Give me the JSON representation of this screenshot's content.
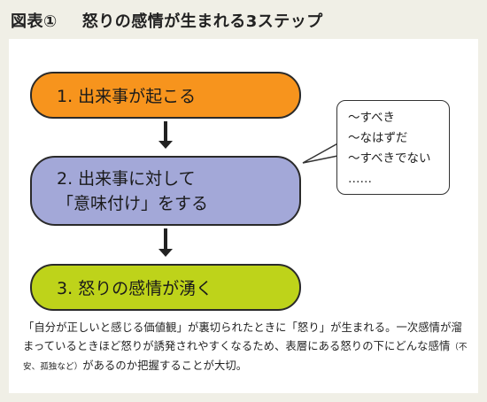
{
  "title": {
    "figure_label": "図表①",
    "text": "怒りの感情が生まれる3ステップ"
  },
  "steps": [
    {
      "label": "1. 出来事が起こる",
      "color": "#f7941d"
    },
    {
      "label_line1": "2. 出来事に対して",
      "label_line2": "「意味付け」をする",
      "color": "#a3a8d8"
    },
    {
      "label": "3. 怒りの感情が湧く",
      "color": "#bed31a"
    }
  ],
  "bubble": {
    "lines": [
      "〜すべき",
      "〜なはずだ",
      "〜すべきでない",
      "……"
    ]
  },
  "caption": {
    "part1": "「自分が正しいと感じる価値観」が裏切られたときに「怒り」が生まれる。一次感情が溜まっているときほど怒りが誘発されやすくなるため、表層にある怒りの下にどんな感情",
    "small_note": "（不安、孤独など）",
    "part2": "があるのか把握することが大切。"
  }
}
